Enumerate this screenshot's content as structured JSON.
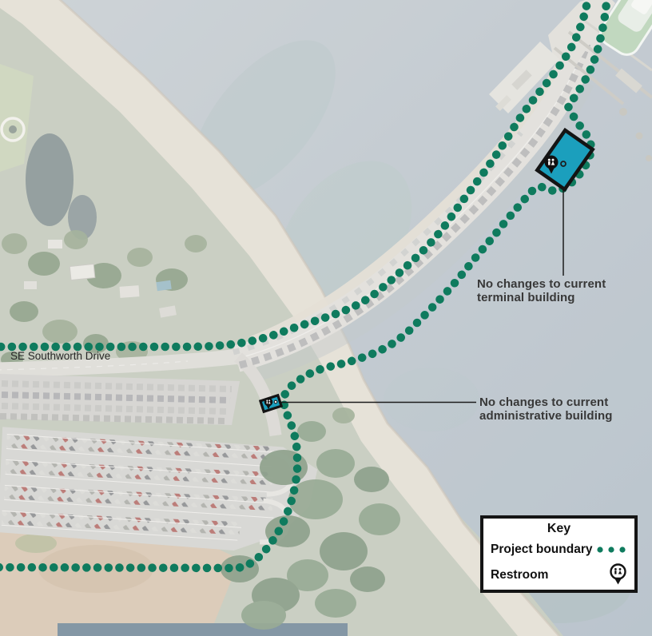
{
  "map": {
    "street_label": "SE Southworth Drive",
    "annotations": [
      {
        "id": "terminal",
        "lines": [
          "No changes to current",
          "terminal building"
        ]
      },
      {
        "id": "admin",
        "lines": [
          "No changes to current",
          "administrative building"
        ]
      }
    ]
  },
  "key": {
    "title": "Key",
    "items": [
      {
        "label": "Project boundary",
        "symbol": "project-boundary-dots"
      },
      {
        "label": "Restroom",
        "symbol": "restroom-pin"
      }
    ]
  },
  "colors": {
    "boundary": "#0F7B5E",
    "highlight": "#1B9FBD",
    "ink": "#141414",
    "label": "#383838"
  }
}
